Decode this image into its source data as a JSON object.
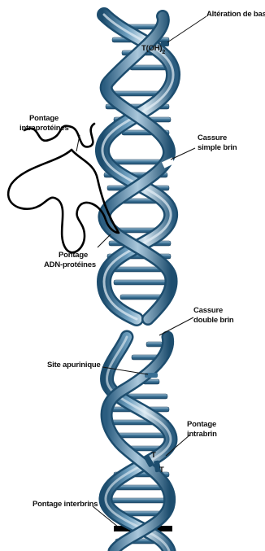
{
  "labels": {
    "base_alteration": "Altération de base",
    "base_alteration_formula_main": "T(OH)",
    "base_alteration_formula_sub": "2",
    "protein_crosslink_1": "Pontage",
    "protein_crosslink_2": "intraprotéines",
    "single_break_1": "Cassure",
    "single_break_2": "simple brin",
    "dna_protein_1": "Pontage",
    "dna_protein_2": "ADN-protéines",
    "double_break_1": "Cassure",
    "double_break_2": "double brin",
    "apurinic_site": "Site apurinique",
    "intrastrand_1": "Pontage",
    "intrastrand_2": "intrabrin",
    "thymine_1": "T",
    "thymine_2": "T",
    "interstrand": "Pontage interbrins"
  },
  "colors": {
    "strand_dark": "#1d4d6e",
    "strand_light": "#cfe1ec",
    "rung": "#3a6f93",
    "crosslink_bar": "#000000"
  }
}
